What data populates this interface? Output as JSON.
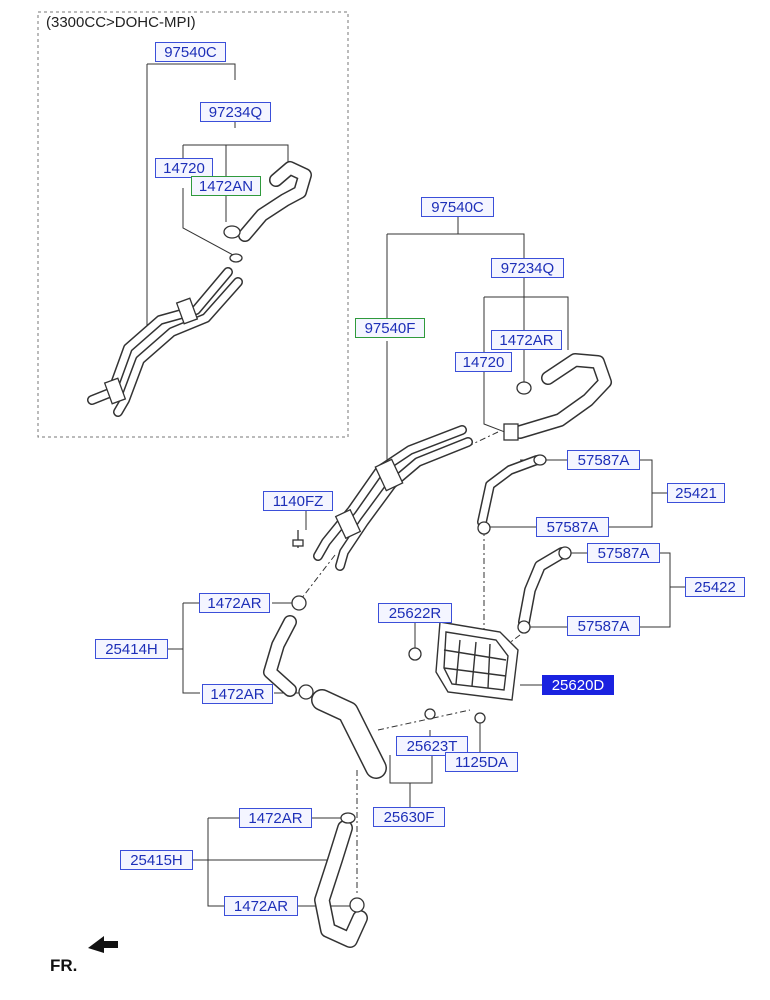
{
  "engine_note": "(3300CC>DOHC-MPI)",
  "front_label": "FR.",
  "colors": {
    "label_border": "#3b4fd9",
    "label_text": "#1d2fb8",
    "green_border": "#2f9a3c",
    "highlight": "#1a22e0"
  },
  "labels": {
    "inset_97540C": "97540C",
    "inset_97234Q": "97234Q",
    "inset_14720": "14720",
    "inset_1472AN": "1472AN",
    "main_97540C": "97540C",
    "main_97234Q": "97234Q",
    "main_97540F": "97540F",
    "main_1472AR": "1472AR",
    "main_14720": "14720",
    "p57587A_1": "57587A",
    "p25421": "25421",
    "p57587A_2": "57587A",
    "p1140FZ": "1140FZ",
    "p57587A_3": "57587A",
    "p25422": "25422",
    "p57587A_4": "57587A",
    "p1472AR_a": "1472AR",
    "p25622R": "25622R",
    "p25414H": "25414H",
    "p1472AR_b": "1472AR",
    "p25620D": "25620D",
    "p25623T": "25623T",
    "p1125DA": "1125DA",
    "p1472AR_c": "1472AR",
    "p25630F": "25630F",
    "p25415H": "25415H",
    "p1472AR_d": "1472AR"
  }
}
